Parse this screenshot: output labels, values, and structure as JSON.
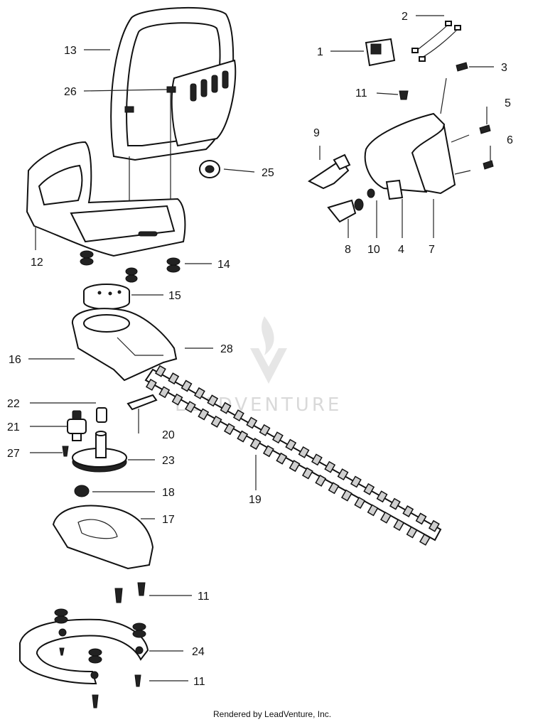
{
  "diagram": {
    "labels": {
      "p1": "1",
      "p2": "2",
      "p3": "3",
      "p4": "4",
      "p5": "5",
      "p6": "6",
      "p7": "7",
      "p8": "8",
      "p9": "9",
      "p10": "10",
      "p11a": "11",
      "p11b": "11",
      "p11c": "11",
      "p12": "12",
      "p13": "13",
      "p14": "14",
      "p15": "15",
      "p16": "16",
      "p17": "17",
      "p18": "18",
      "p19": "19",
      "p20": "20",
      "p21": "21",
      "p22": "22",
      "p23": "23",
      "p24": "24",
      "p25": "25",
      "p26": "26",
      "p27": "27",
      "p28": "28"
    }
  },
  "watermark": {
    "text": "LEADVENTURE"
  },
  "footer": {
    "credit": "Rendered by LeadVenture, Inc."
  }
}
